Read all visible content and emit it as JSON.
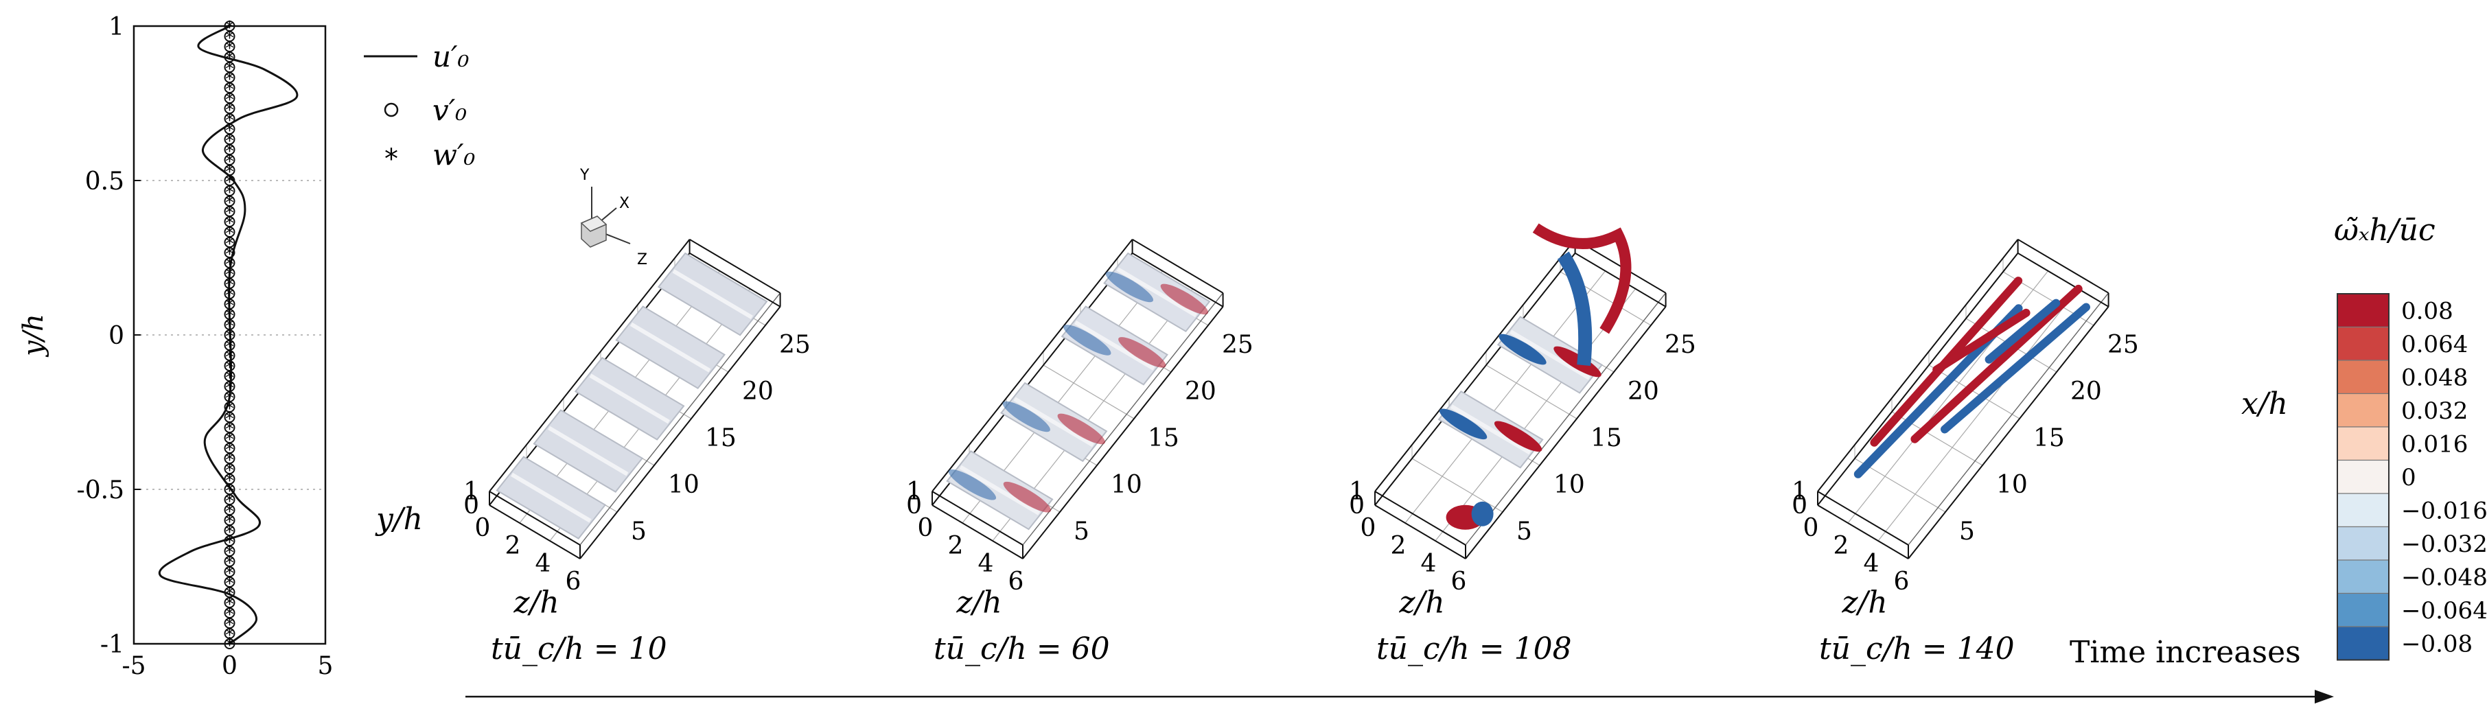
{
  "profile_plot": {
    "ylabel": "y/h",
    "y_ticks": [
      "1",
      "0.5",
      "0",
      "-0.5",
      "-1"
    ],
    "x_ticks": [
      "-5",
      "0",
      "5"
    ],
    "legend": [
      {
        "label": "u′₀",
        "marker": "line"
      },
      {
        "label": "v′₀",
        "marker": "circle"
      },
      {
        "label": "w′₀",
        "marker": "asterisk"
      }
    ]
  },
  "chart_data": {
    "type": "line",
    "xlim": [
      -5,
      5
    ],
    "ylim": [
      -1,
      1
    ],
    "ylabel": "y/h",
    "grid_y": true,
    "series": [
      {
        "name": "u′₀",
        "style": "solid-line",
        "points": [
          [
            0,
            -1.0
          ],
          [
            1.4,
            -0.92
          ],
          [
            0,
            -0.84
          ],
          [
            -3.6,
            -0.78
          ],
          [
            -2.0,
            -0.7
          ],
          [
            1.5,
            -0.62
          ],
          [
            0.3,
            -0.52
          ],
          [
            -1.3,
            -0.35
          ],
          [
            0,
            -0.2
          ],
          [
            0,
            0.2
          ],
          [
            0.8,
            0.4
          ],
          [
            0.2,
            0.5
          ],
          [
            -1.4,
            0.6
          ],
          [
            0.5,
            0.7
          ],
          [
            3.5,
            0.77
          ],
          [
            1.8,
            0.86
          ],
          [
            -1.6,
            0.93
          ],
          [
            0,
            1.0
          ]
        ]
      },
      {
        "name": "v′₀",
        "style": "circle-markers",
        "x_value": 0
      },
      {
        "name": "w′₀",
        "style": "asterisk-markers",
        "x_value": 0
      }
    ]
  },
  "axes_triad": {
    "y": "Y",
    "x": "X",
    "z": "Z"
  },
  "panels": [
    {
      "time_label": "tū_c/h = 10"
    },
    {
      "time_label": "tū_c/h = 60"
    },
    {
      "time_label": "tū_c/h = 108"
    },
    {
      "time_label": "tū_c/h = 140"
    }
  ],
  "panel_axes": {
    "x_ticks": [
      "5",
      "10",
      "15",
      "20",
      "25"
    ],
    "z_ticks": [
      "0",
      "2",
      "4",
      "6"
    ],
    "y_ticks": [
      "0",
      "1"
    ],
    "zlabel": "z/h",
    "ylabel": "y/h",
    "xlabel": "x/h"
  },
  "colorbar": {
    "title": "ω̃ₓh/ūc",
    "ticks": [
      "0.08",
      "0.064",
      "0.048",
      "0.032",
      "0.016",
      "0",
      "−0.016",
      "−0.032",
      "−0.048",
      "−0.064",
      "−0.08"
    ],
    "colors": [
      "#b2182b",
      "#cd4340",
      "#e27a5b",
      "#f3ab87",
      "#fbd5c0",
      "#f7f2ef",
      "#e0ecf4",
      "#bfd6ea",
      "#8fbcdd",
      "#5796c8",
      "#2a64a8"
    ]
  },
  "time_arrow_label": "Time increases"
}
